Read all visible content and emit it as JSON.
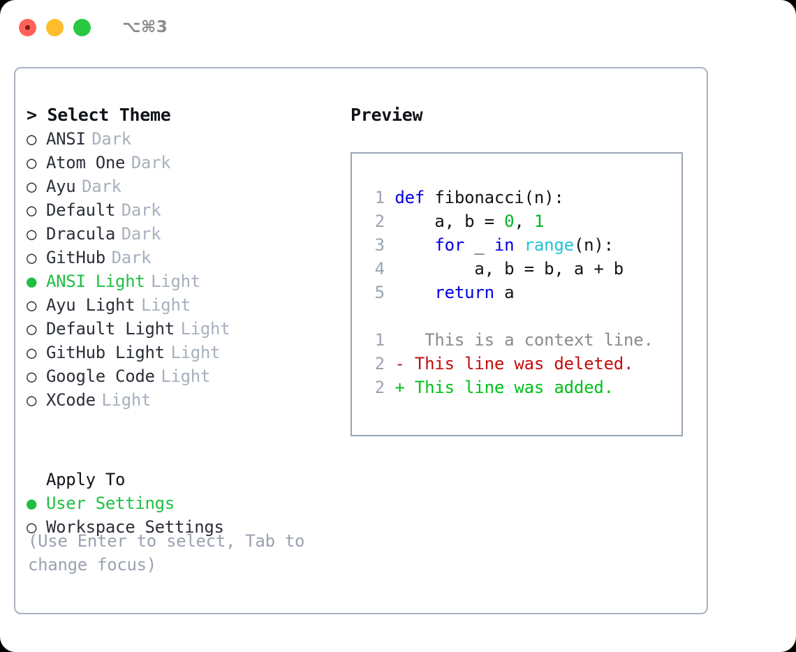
{
  "window": {
    "shortcut": "⌥⌘3",
    "traffic_lights": [
      "close",
      "minimize",
      "zoom"
    ]
  },
  "theme_list": {
    "header": "> Select Theme",
    "items": [
      {
        "bullet": "○",
        "label": "ANSI",
        "tag": "Dark",
        "selected": false
      },
      {
        "bullet": "○",
        "label": "Atom One",
        "tag": "Dark",
        "selected": false
      },
      {
        "bullet": "○",
        "label": "Ayu",
        "tag": "Dark",
        "selected": false
      },
      {
        "bullet": "○",
        "label": "Default",
        "tag": "Dark",
        "selected": false
      },
      {
        "bullet": "○",
        "label": "Dracula",
        "tag": "Dark",
        "selected": false
      },
      {
        "bullet": "○",
        "label": "GitHub",
        "tag": "Dark",
        "selected": false
      },
      {
        "bullet": "●",
        "label": "ANSI Light",
        "tag": "Light",
        "selected": true
      },
      {
        "bullet": "○",
        "label": "Ayu Light",
        "tag": "Light",
        "selected": false
      },
      {
        "bullet": "○",
        "label": "Default Light",
        "tag": "Light",
        "selected": false
      },
      {
        "bullet": "○",
        "label": "GitHub Light",
        "tag": "Light",
        "selected": false
      },
      {
        "bullet": "○",
        "label": "Google Code",
        "tag": "Light",
        "selected": false
      },
      {
        "bullet": "○",
        "label": "XCode",
        "tag": "Light",
        "selected": false
      }
    ]
  },
  "apply_to": {
    "title": "Apply To",
    "items": [
      {
        "bullet": "●",
        "label": "User Settings",
        "selected": true
      },
      {
        "bullet": "○",
        "label": "Workspace Settings",
        "selected": false
      }
    ]
  },
  "hint": "(Use Enter to select, Tab to change focus)",
  "preview": {
    "title": "Preview",
    "code_lines": [
      {
        "num": "1",
        "tokens": [
          {
            "text": "def",
            "type": "kw"
          },
          {
            "text": " fibonacci(n):",
            "type": "txt"
          }
        ]
      },
      {
        "num": "2",
        "tokens": [
          {
            "text": "    a, b = ",
            "type": "txt"
          },
          {
            "text": "0",
            "type": "num"
          },
          {
            "text": ", ",
            "type": "txt"
          },
          {
            "text": "1",
            "type": "num"
          }
        ]
      },
      {
        "num": "3",
        "tokens": [
          {
            "text": "    ",
            "type": "txt"
          },
          {
            "text": "for",
            "type": "kw"
          },
          {
            "text": " _ ",
            "type": "txt"
          },
          {
            "text": "in",
            "type": "kw"
          },
          {
            "text": " ",
            "type": "txt"
          },
          {
            "text": "range",
            "type": "fn"
          },
          {
            "text": "(n):",
            "type": "txt"
          }
        ]
      },
      {
        "num": "4",
        "tokens": [
          {
            "text": "        a, b = b, a + b",
            "type": "txt"
          }
        ]
      },
      {
        "num": "5",
        "tokens": [
          {
            "text": "    ",
            "type": "txt"
          },
          {
            "text": "return",
            "type": "kw"
          },
          {
            "text": " a",
            "type": "txt"
          }
        ]
      }
    ],
    "diff_lines": [
      {
        "num": "1",
        "marker": " ",
        "text": "  This is a context line.",
        "kind": "context"
      },
      {
        "num": "2",
        "marker": "-",
        "text": " This line was deleted.",
        "kind": "deleted"
      },
      {
        "num": "2",
        "marker": "+",
        "text": " This line was added.",
        "kind": "added"
      }
    ]
  },
  "colors": {
    "accent_green": "#1fbf43",
    "keyword_blue": "#0000e0",
    "builtin_cyan": "#20c4d6",
    "number_green": "#00b521",
    "diff_deleted": "#c30d0d",
    "diff_added": "#00c119",
    "muted_gray": "#a7b0bd",
    "border_gray": "#aab3c0"
  }
}
